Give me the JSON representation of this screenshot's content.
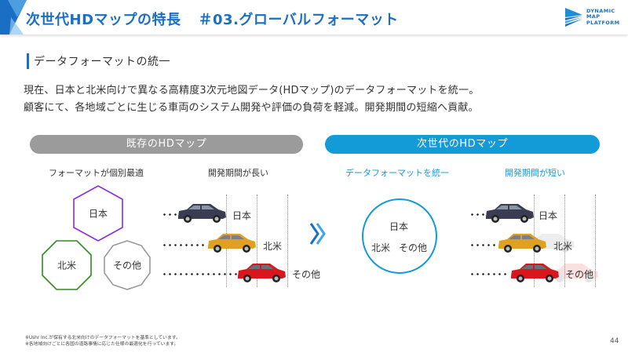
{
  "header": {
    "title": "次世代HDマップの特長",
    "subtitle": "＃03.グローバルフォーマット",
    "logo": {
      "lines": [
        "DYNAMIC",
        "MAP",
        "PLATFORM"
      ],
      "icon": "dmp-logo-icon"
    }
  },
  "section": {
    "title": "データフォーマットの統一"
  },
  "description": {
    "line1": "現在、日本と北米向けで異なる高精度3次元地図データ(HDマップ)のデータフォーマットを統一。",
    "line2": "顧客にて、各地域ごとに生じる車両のシステム開発や評価の負荷を軽減。開発期間の短縮へ貢献。"
  },
  "existing": {
    "pill_label": "既存のHDマップ",
    "format_heading": "フォーマットが個別最適",
    "period_heading": "開発期間が長い",
    "shapes": [
      {
        "label": "日本",
        "shape": "hexagon",
        "color": "#8a2be2"
      },
      {
        "label": "北米",
        "shape": "octagon",
        "color": "#2e8b1e"
      },
      {
        "label": "その他",
        "shape": "decagon",
        "color": "#999999"
      }
    ],
    "cars": [
      {
        "label": "日本",
        "color": "#3a3d52"
      },
      {
        "label": "北米",
        "color": "#e0a020"
      },
      {
        "label": "その他",
        "color": "#d8161b"
      }
    ]
  },
  "next_gen": {
    "pill_label": "次世代のHDマップ",
    "format_heading": "データフォーマットを統一",
    "period_heading": "開発期間が短い",
    "circle_labels": {
      "top": "日本",
      "left": "北米",
      "right": "その他"
    },
    "cars": [
      {
        "label": "日本",
        "color": "#3a3d52"
      },
      {
        "label": "北米",
        "color": "#e0a020"
      },
      {
        "label": "その他",
        "color": "#d8161b"
      }
    ]
  },
  "colors": {
    "brand_blue": "#1a6fc4",
    "accent_blue": "#139bd7",
    "gray_pill": "#9b9b9b"
  },
  "footnotes": [
    "※Ushr Inc.が保有する北米向けのデータフォーマットを基準としています。",
    "※各地域向けごとに各国の道路事情に応じた仕様の最適化を行っています。"
  ],
  "page_number": "44"
}
